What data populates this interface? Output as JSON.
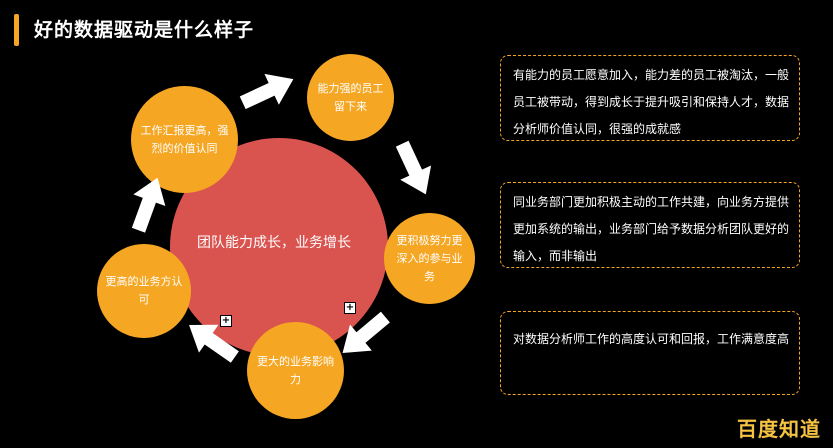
{
  "title": "好的数据驱动是什么样子",
  "center": "团队能力成长，业务增长",
  "nodes": [
    "工作汇报更高，强烈的价值认同",
    "能力强的员工留下来",
    "更积极努力更深入的参与业务",
    "更大的业务影响力",
    "更高的业务方认可"
  ],
  "boxes": [
    "有能力的员工愿意加入，能力差的员工被淘汰，一般员工被带动，得到成长于提升吸引和保持人才，数据分析师价值认同，很强的成就感",
    "同业务部门更加积极主动的工作共建，向业务方提供更加系统的输出，业务部门给予数据分析团队更好的输入，而非输出",
    "对数据分析师工作的高度认可和回报，工作满意度高"
  ],
  "watermark": "百度知道",
  "colors": {
    "accent": "#f5a623",
    "center": "#d9534f",
    "background": "#000000"
  }
}
